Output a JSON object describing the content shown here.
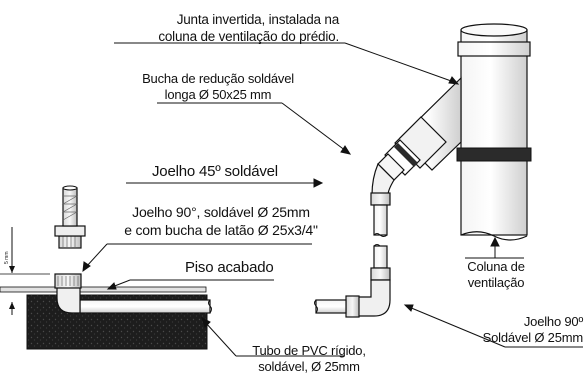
{
  "labels": {
    "junta": [
      "Junta invertida, instalada na",
      "coluna de ventilação do prédio."
    ],
    "bucha": [
      "Bucha de redução soldável",
      "longa Ø 50x25 mm"
    ],
    "joelho45": "Joelho 45º soldável",
    "joelho90_bucha": [
      "Joelho 90°, soldável Ø 25mm",
      "e com bucha de latão Ø 25x3/4\""
    ],
    "piso": "Piso acabado",
    "coluna": [
      "Coluna de",
      "ventilação"
    ],
    "joelho90": [
      "Joelho 90º",
      "Soldável Ø 25mm"
    ],
    "tubo": [
      "Tubo de PVC rígido,",
      "soldável, Ø 25mm"
    ],
    "dimension": "5 mm"
  }
}
